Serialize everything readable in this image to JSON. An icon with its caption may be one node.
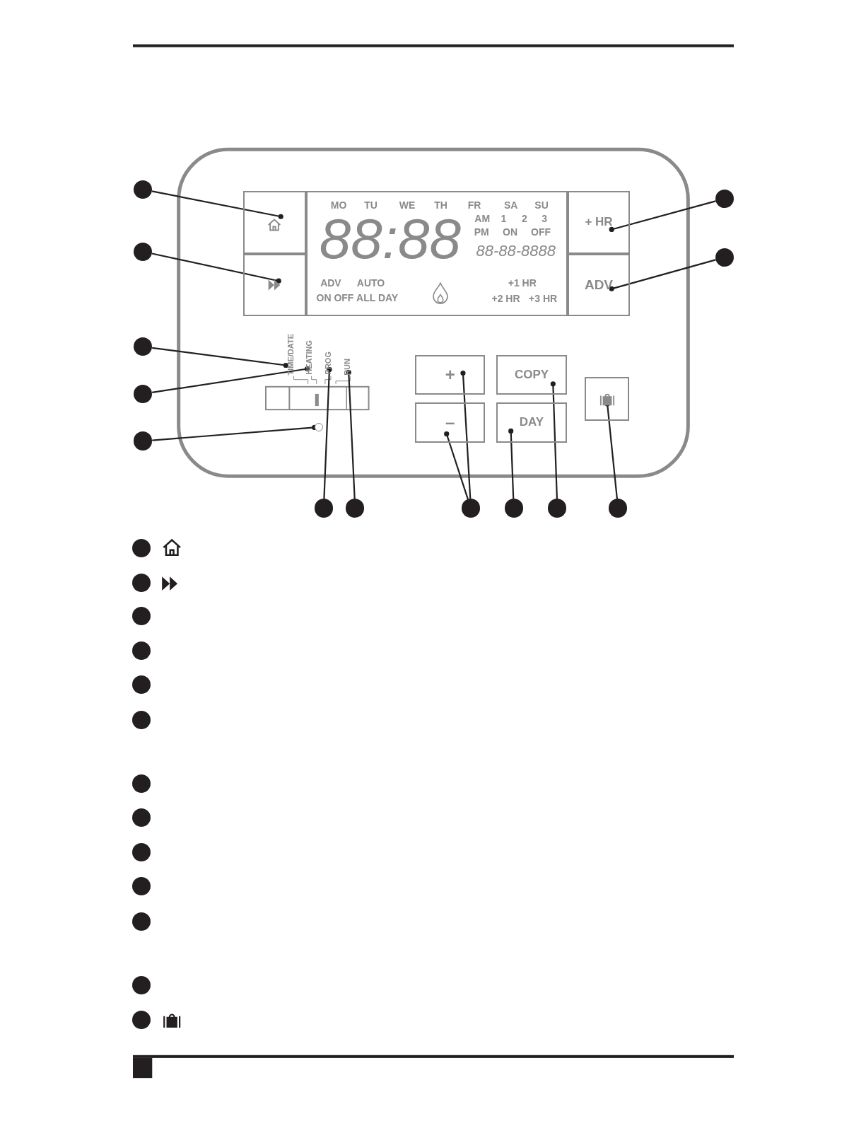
{
  "diagram": {
    "nodes": [
      {
        "text": [],
        "shape": "circle"
      },
      {
        "text": [],
        "shape": "circle"
      },
      {
        "text": [],
        "shape": "box"
      },
      {
        "text": [
          "MO",
          "TU",
          "WE",
          "TH",
          "FR",
          "SA",
          "SU",
          "88:88",
          "AM",
          "1",
          "2",
          "3",
          "PM",
          "ON",
          "OFF",
          "88-88-8888",
          "ADV",
          "AUTO",
          "ON OFF",
          "ALL DAY",
          "+1 HR",
          "+2 HR",
          "+3 HR"
        ]
      },
      {
        "text": [
          "+ HR"
        ]
      },
      {
        "text": [],
        "shape": "circle"
      },
      {
        "text": [],
        "shape": "circle"
      },
      {
        "text": [],
        "shape": "box"
      },
      {
        "text": [
          "ADV"
        ]
      },
      {
        "text": [],
        "shape": "circle"
      },
      {
        "text": [
          "TIME/DATE"
        ]
      },
      {
        "text": [
          "HEATING"
        ]
      },
      {
        "text": [
          "PROG"
        ]
      },
      {
        "text": [
          "RUN"
        ]
      },
      {
        "text": [
          "+"
        ]
      },
      {
        "text": [
          "COPY"
        ]
      },
      {
        "text": [],
        "shape": "circle"
      },
      {
        "text": [],
        "shape": "box"
      },
      {
        "text": [
          "–"
        ]
      },
      {
        "text": [
          "DAY"
        ]
      },
      {
        "text": [],
        "shape": "circle"
      },
      {
        "text": [],
        "shape": "circle"
      },
      {
        "text": [],
        "shape": "circle"
      },
      {
        "text": [],
        "shape": "circle"
      },
      {
        "text": [],
        "shape": "circle"
      },
      {
        "text": [],
        "shape": "circle"
      },
      {
        "text": [],
        "shape": "circle"
      },
      {
        "text": [],
        "shape": "circle"
      },
      {
        "text": [],
        "shape": "circle"
      },
      {
        "text": [],
        "shape": "circle"
      },
      {
        "text": [],
        "shape": "circle"
      },
      {
        "text": [],
        "shape": "circle"
      },
      {
        "text": [],
        "shape": "circle"
      },
      {
        "text": [],
        "shape": "circle"
      },
      {
        "text": [],
        "shape": "circle"
      },
      {
        "text": [],
        "shape": "circle"
      },
      {
        "text": [],
        "shape": "circle"
      },
      {
        "text": [],
        "shape": "circle"
      },
      {
        "text": [],
        "shape": "circle"
      },
      {
        "text": [],
        "shape": "circle"
      },
      {
        "text": [],
        "shape": "circle"
      }
    ],
    "edges": [
      {
        "from": 0,
        "to": 2,
        "arrow": "other"
      },
      {
        "from": 1,
        "to": 4,
        "arrow": "other"
      },
      {
        "from": 5,
        "to": 7,
        "arrow": "other"
      },
      {
        "from": 6,
        "to": 8,
        "arrow": "other"
      },
      {
        "from": 9,
        "to": 10,
        "arrow": "other"
      },
      {
        "from": 16,
        "to": 11,
        "arrow": "other"
      },
      {
        "from": 21,
        "to": 20,
        "arrow": "other"
      },
      {
        "from": 22,
        "to": 12,
        "arrow": "other"
      },
      {
        "from": 23,
        "to": 13,
        "arrow": "other"
      },
      {
        "from": 24,
        "to": 14,
        "arrow": "other"
      },
      {
        "from": 24,
        "to": 18,
        "arrow": "other"
      },
      {
        "from": 25,
        "to": 19,
        "arrow": "other"
      },
      {
        "from": 26,
        "to": 15,
        "arrow": "other"
      },
      {
        "from": 27,
        "to": 17,
        "arrow": "other"
      }
    ]
  }
}
